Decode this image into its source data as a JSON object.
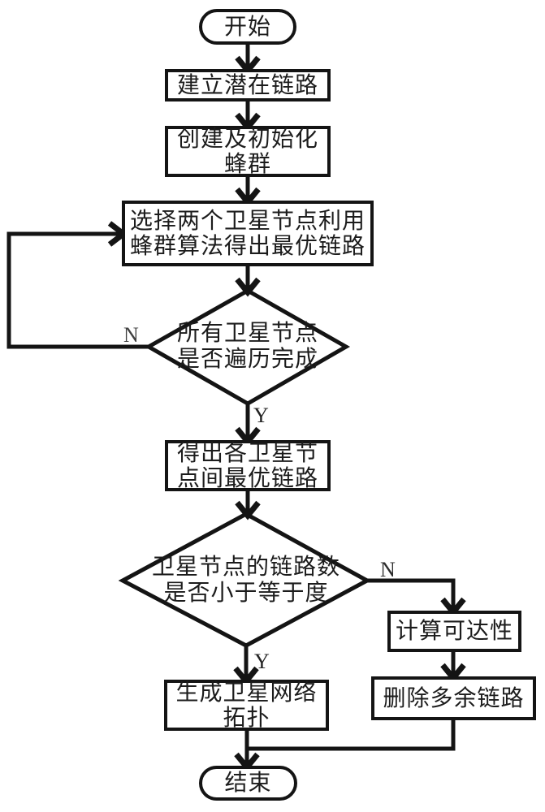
{
  "flowchart": {
    "nodes": {
      "start": {
        "label": "开始"
      },
      "establish_links": {
        "label": "建立潜在链路"
      },
      "init_swarm": {
        "lines": [
          "创建及初始化",
          "蜂群"
        ]
      },
      "select_nodes": {
        "lines": [
          "选择两个卫星节点利用",
          "蜂群算法得出最优链路"
        ]
      },
      "traverse_decision": {
        "lines": [
          "所有卫星节点",
          "是否遍历完成"
        ]
      },
      "optimal_links": {
        "lines": [
          "得出各卫星节",
          "点间最优链路"
        ]
      },
      "degree_decision": {
        "lines": [
          "卫星节点的链路数",
          "是否小于等于度"
        ]
      },
      "reachability": {
        "label": "计算可达性"
      },
      "delete_links": {
        "label": "删除多余链路"
      },
      "topology": {
        "lines": [
          "生成卫星网络",
          "拓扑"
        ]
      },
      "end": {
        "label": "结束"
      }
    },
    "branches": {
      "traverse_no": "N",
      "traverse_yes": "Y",
      "degree_no": "N",
      "degree_yes": "Y"
    },
    "colors": {
      "line": "#141414",
      "background": "#ffffff",
      "text": "#1c1c1c",
      "branch_label": "#3f3f3f"
    }
  }
}
